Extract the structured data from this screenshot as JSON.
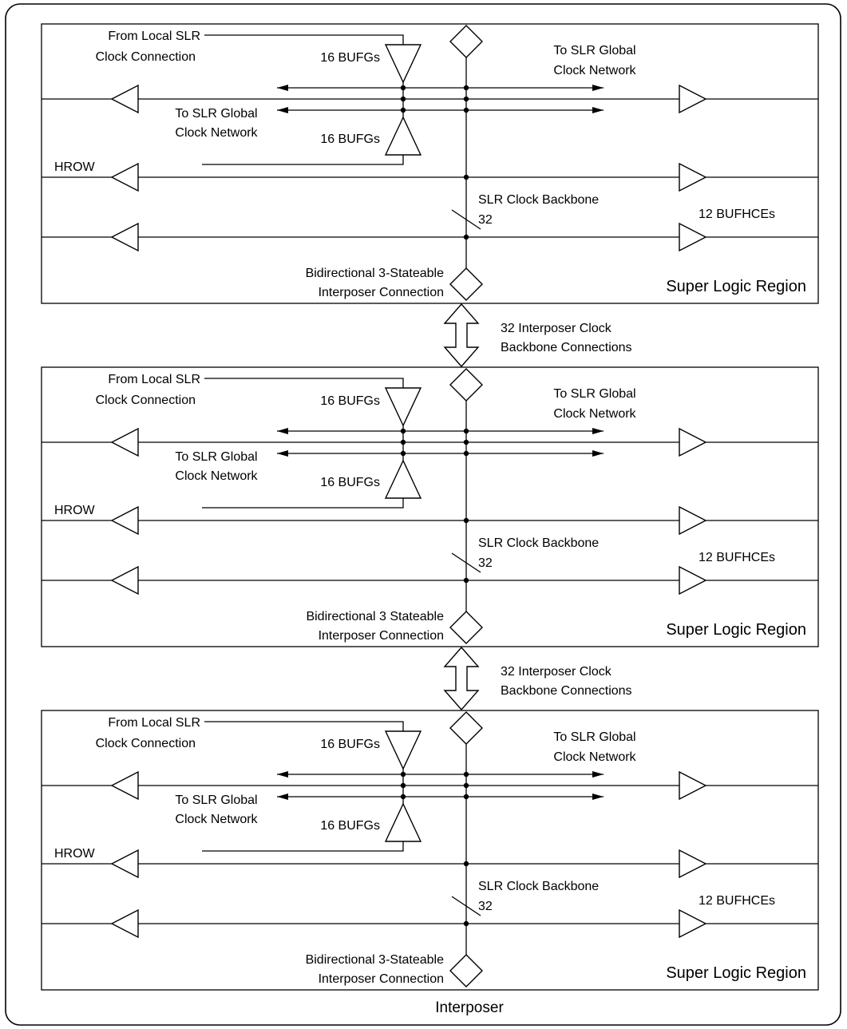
{
  "diagram": {
    "interposer_label": "Interposer",
    "regions": [
      {
        "title": "Super Logic Region",
        "from_local_line1": "From Local SLR",
        "from_local_line2": "Clock Connection",
        "bufg_top": "16 BUFGs",
        "bufg_bottom": "16 BUFGs",
        "global_right_line1": "To SLR Global",
        "global_right_line2": "Clock Network",
        "global_left_line1": "To SLR Global",
        "global_left_line2": "Clock Network",
        "hrow": "HROW",
        "backbone": "SLR Clock Backbone",
        "bus_width": "32",
        "bufhce": "12 BUFHCEs",
        "bidir_line1": "Bidirectional 3-Stateable",
        "bidir_line2": "Interposer Connection"
      },
      {
        "title": "Super Logic Region",
        "from_local_line1": "From Local SLR",
        "from_local_line2": "Clock Connection",
        "bufg_top": "16 BUFGs",
        "bufg_bottom": "16 BUFGs",
        "global_right_line1": "To SLR Global",
        "global_right_line2": "Clock Network",
        "global_left_line1": "To SLR Global",
        "global_left_line2": "Clock Network",
        "hrow": "HROW",
        "backbone": "SLR Clock Backbone",
        "bus_width": "32",
        "bufhce": "12 BUFHCEs",
        "bidir_line1": "Bidirectional 3 Stateable",
        "bidir_line2": "Interposer Connection"
      },
      {
        "title": "Super Logic Region",
        "from_local_line1": "From Local SLR",
        "from_local_line2": "Clock Connection",
        "bufg_top": "16 BUFGs",
        "bufg_bottom": "16 BUFGs",
        "global_right_line1": "To SLR Global",
        "global_right_line2": "Clock Network",
        "global_left_line1": "To SLR Global",
        "global_left_line2": "Clock Network",
        "hrow": "HROW",
        "backbone": "SLR Clock Backbone",
        "bus_width": "32",
        "bufhce": "12 BUFHCEs",
        "bidir_line1": "Bidirectional 3-Stateable",
        "bidir_line2": "Interposer Connection"
      }
    ],
    "connectors": [
      {
        "line1": "32 Interposer Clock",
        "line2": "Backbone Connections"
      },
      {
        "line1": "32 Interposer Clock",
        "line2": "Backbone Connections"
      }
    ]
  }
}
